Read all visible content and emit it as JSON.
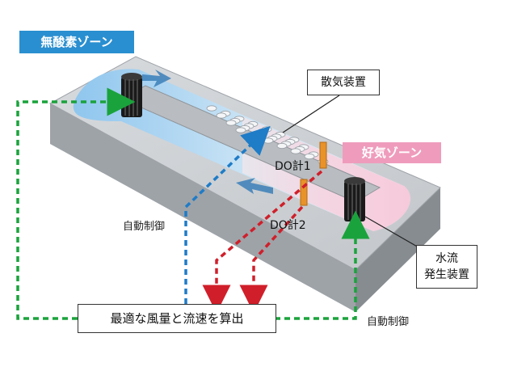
{
  "zones": {
    "anoxic": "無酸素ゾーン",
    "aerobic": "好気ゾーン"
  },
  "labels": {
    "diffuser": "散気装置",
    "do_meter_1": "DO計1",
    "do_meter_2": "DO計2",
    "flow_generator_line1": "水流",
    "flow_generator_line2": "発生装置",
    "auto_control_left": "自動制御",
    "auto_control_right": "自動制御",
    "calculation": "最適な風量と流速を算出"
  },
  "colors": {
    "anoxic_zone": "#2a8fd0",
    "aerobic_zone": "#ef9cbc",
    "control_line_green": "#1aa33c",
    "control_line_blue": "#1f7cc7",
    "signal_line_red": "#d01f2a",
    "tank_gray": "#a9adb2"
  },
  "icons": [
    "flow-generator-icon",
    "do-sensor-icon",
    "diffuser-icon",
    "flow-arrow-icon"
  ]
}
